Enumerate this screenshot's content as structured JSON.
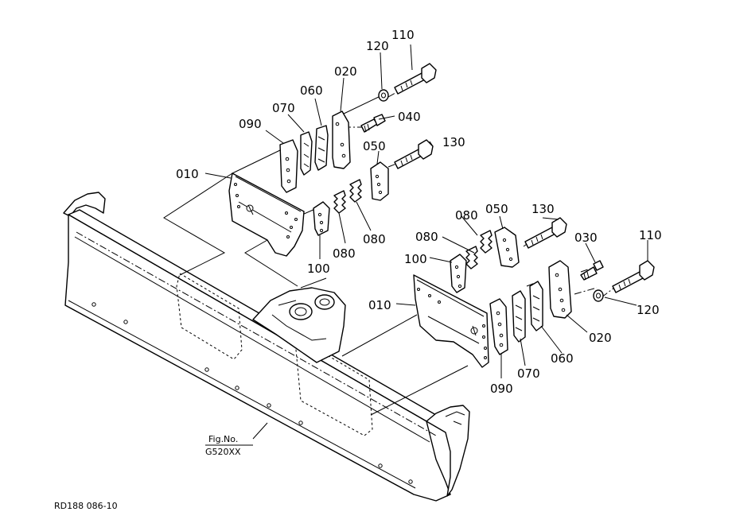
{
  "parts": {
    "p110_top": "110",
    "p120_top": "120",
    "p020_top": "020",
    "p060_top": "060",
    "p070_top": "070",
    "p040": "040",
    "p090_top": "090",
    "p050_top": "050",
    "p130_top": "130",
    "p010_top": "010",
    "p100_top": "100",
    "p080_top_a": "080",
    "p080_top_b": "080",
    "p080_r_a": "080",
    "p050_r": "050",
    "p130_r": "130",
    "p030": "030",
    "p110_r": "110",
    "p080_r_b": "080",
    "p100_r": "100",
    "p010_r": "010",
    "p120_r": "120",
    "p020_r": "020",
    "p060_r": "060",
    "p070_r": "070",
    "p090_r": "090"
  },
  "figure": {
    "fig_label": "Fig.No.",
    "fig_code": "G520XX",
    "drawing_code": "RD188 086-10"
  }
}
